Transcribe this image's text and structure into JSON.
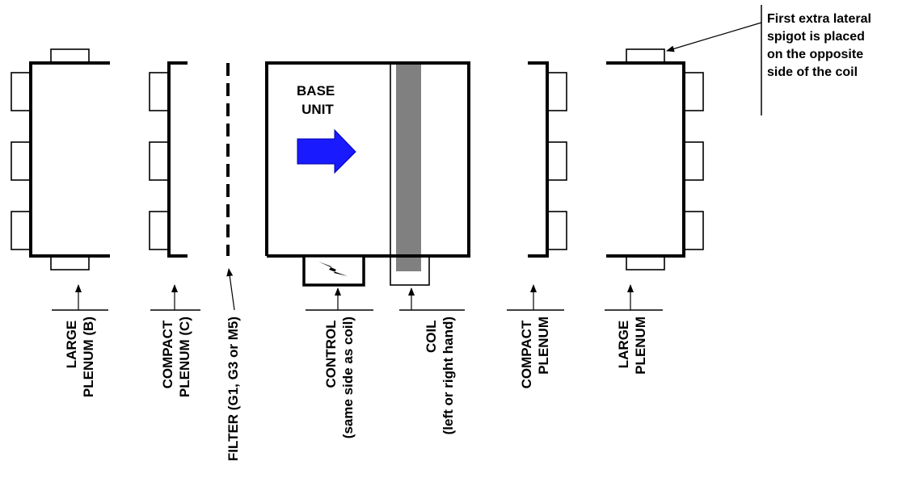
{
  "colors": {
    "line": "#000000",
    "coil": "#808080",
    "arrow": "#1a1aff",
    "background": "#ffffff"
  },
  "base_unit": {
    "line1": "BASE",
    "line2": "UNIT"
  },
  "labels": {
    "large_plenum_b": {
      "line1": "LARGE",
      "line2": "PLENUM (B)"
    },
    "compact_plenum_c": {
      "line1": "COMPACT",
      "line2": "PLENUM (C)"
    },
    "filter": {
      "line1": "FILTER (G1, G3 or M5)"
    },
    "control": {
      "line1": "CONTROL",
      "line2": "(same side as coil)"
    },
    "coil": {
      "line1": "COIL",
      "line2": "(left or right hand)"
    },
    "compact_plenum": {
      "line1": "COMPACT",
      "line2": "PLENUM"
    },
    "large_plenum": {
      "line1": "LARGE",
      "line2": "PLENUM"
    }
  },
  "note": {
    "line1": "First extra lateral",
    "line2": "spigot is placed",
    "line3": "on the opposite",
    "line4": "side of the coil"
  }
}
